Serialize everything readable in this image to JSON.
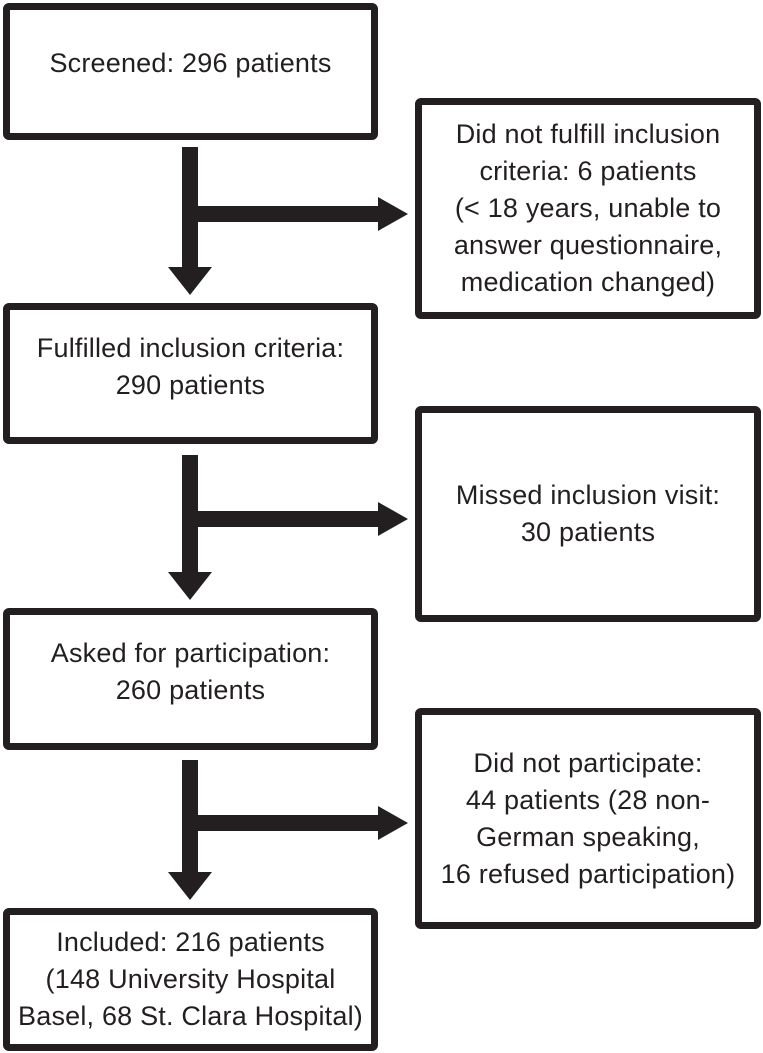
{
  "diagram": {
    "type": "patient-flow-chart",
    "colors": {
      "ink": "#231f20",
      "background": "#ffffff"
    },
    "main_boxes": [
      {
        "id": "screened",
        "text": "Screened: 296 patients"
      },
      {
        "id": "fulfilled",
        "text": "Fulfilled inclusion criteria:\n290 patients"
      },
      {
        "id": "asked",
        "text": "Asked for participation:\n260 patients"
      },
      {
        "id": "included",
        "text": "Included: 216 patients\n(148 University Hospital\nBasel, 68 St. Clara Hospital)"
      }
    ],
    "side_boxes": [
      {
        "id": "not-fulfilled",
        "text": "Did not fulfill inclusion\ncriteria: 6 patients\n(< 18 years, unable to\nanswer questionnaire,\nmedication changed)"
      },
      {
        "id": "missed-visit",
        "text": "Missed inclusion visit:\n30 patients"
      },
      {
        "id": "not-participate",
        "text": "Did not participate:\n44 patients (28 non-\nGerman speaking,\n16 refused participation)"
      }
    ]
  }
}
